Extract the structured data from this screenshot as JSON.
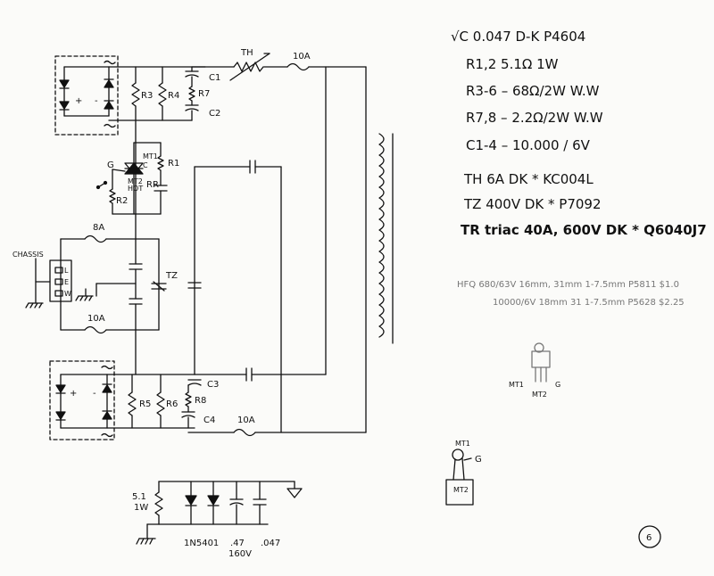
{
  "schematic": {
    "labels": {
      "th": "TH",
      "fuse_top": "10A",
      "c1": "C1",
      "c2": "C2",
      "r3": "R3",
      "r4": "R4",
      "r7": "R7",
      "r1": "R1",
      "rr": "RR",
      "r2": "R2",
      "mt1": "MT1",
      "mt2": "MT2",
      "hot": "HOT",
      "g": "G",
      "c": "C",
      "chassis": "CHASSIS",
      "fuse_8a": "8A",
      "tz": "TZ",
      "fuse_10a_left": "10A",
      "r5": "R5",
      "r6": "R6",
      "r8": "R8",
      "c3": "C3",
      "c4": "C4",
      "fuse_bottom": "10A",
      "bridge_plus_top": "+",
      "bridge_minus_top": "-",
      "bridge_plus_bottom": "+",
      "bridge_minus_bottom": "-",
      "chassis_l": "L",
      "chassis_e": "E",
      "chassis_w": "W"
    },
    "lower_circuit": {
      "resistor": "5.1\n1W",
      "resistor_line1": "5.1",
      "resistor_line2": "1W",
      "diode": "1N5401",
      "cap1_line1": ".47",
      "cap1_line2": "160V",
      "cap2": ".047"
    },
    "page_number": "6"
  },
  "notes": {
    "lines": [
      "√C  0.047   D-K  P4604",
      "R1,2   5.1Ω   1W",
      "R3-6  –  68Ω/2W  W.W",
      "R7,8  –  2.2Ω/2W  W.W",
      "C1-4  –  10.000 / 6V",
      "TH     6A   DK * KC004L",
      "TZ     400V   DK * P7092",
      "TR   triac   40A, 600V  DK * Q6040J7"
    ],
    "hfq_line1": "HFQ   680/63V    16mm, 31mm   1-7.5mm   P5811  $1.0",
    "hfq_line2": "10000/6V   18mm  31   1-7.5mm   P5628   $2.25",
    "triac_pin_mt1": "MT1",
    "triac_pin_mt2": "MT2",
    "triac_pin_g": "G",
    "pkg_mt1": "MT1",
    "pkg_mt2": "MT2",
    "pkg_g": "G"
  }
}
